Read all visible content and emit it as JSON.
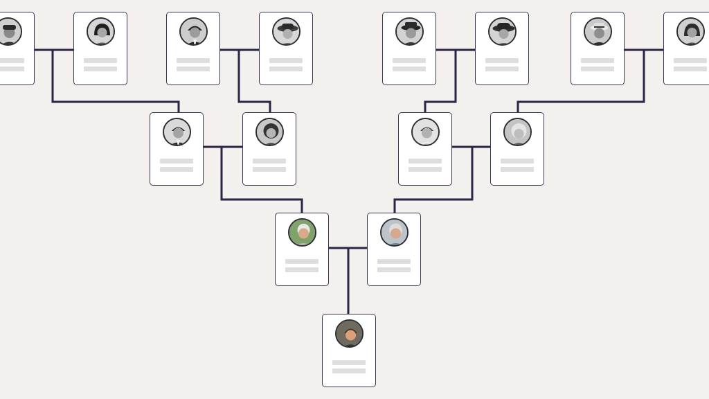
{
  "tree": {
    "line_color": "#2b2545",
    "card_border_color": "#3a3552",
    "background_color": "#f3f0ed",
    "people": [
      {
        "id": "ggp1",
        "generation": "great-grandparent",
        "avatar": "man-cap-icon",
        "tone": "bw"
      },
      {
        "id": "ggp2",
        "generation": "great-grandparent",
        "avatar": "woman-bob-icon",
        "tone": "bw"
      },
      {
        "id": "ggp3",
        "generation": "great-grandparent",
        "avatar": "man-suit-icon",
        "tone": "bw"
      },
      {
        "id": "ggp4",
        "generation": "great-grandparent",
        "avatar": "woman-hat-icon",
        "tone": "bw"
      },
      {
        "id": "ggp5",
        "generation": "great-grandparent",
        "avatar": "man-hat-icon",
        "tone": "bw"
      },
      {
        "id": "ggp6",
        "generation": "great-grandparent",
        "avatar": "woman-hat-icon",
        "tone": "bw"
      },
      {
        "id": "ggp7",
        "generation": "great-grandparent",
        "avatar": "man-hat-icon",
        "tone": "bw"
      },
      {
        "id": "ggp8",
        "generation": "great-grandparent",
        "avatar": "woman-bob-icon",
        "tone": "bw"
      },
      {
        "id": "gp1",
        "generation": "grandparent",
        "avatar": "man-suit-icon",
        "tone": "bw"
      },
      {
        "id": "gp2",
        "generation": "grandparent",
        "avatar": "woman-curls-icon",
        "tone": "bw"
      },
      {
        "id": "gp3",
        "generation": "grandparent",
        "avatar": "man-suit-icon",
        "tone": "bw"
      },
      {
        "id": "gp4",
        "generation": "grandparent",
        "avatar": "woman-curls-icon",
        "tone": "bw"
      },
      {
        "id": "p1",
        "generation": "parent",
        "avatar": "man-elder-icon",
        "tone": "color"
      },
      {
        "id": "p2",
        "generation": "parent",
        "avatar": "man-elder-icon",
        "tone": "color"
      },
      {
        "id": "root",
        "generation": "root",
        "avatar": "man-young-icon",
        "tone": "color"
      }
    ]
  }
}
